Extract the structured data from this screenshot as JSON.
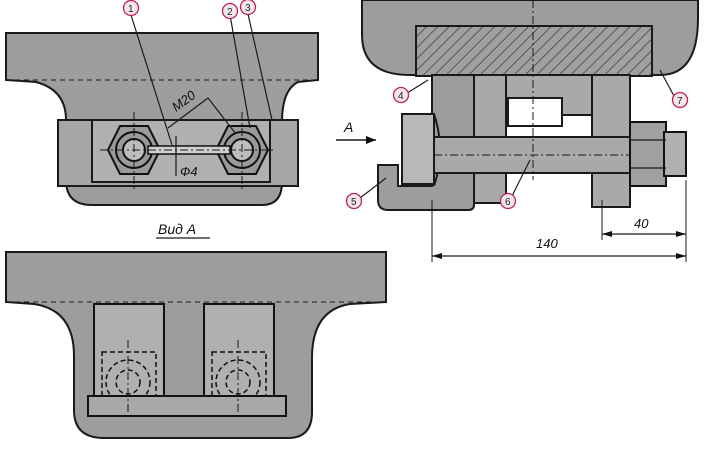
{
  "view_title": "Вид А",
  "view_arrow_label": "А",
  "thread_label": "M20",
  "diameter_label": "Ф4",
  "dimensions": {
    "overall": "140",
    "nut_offset": "40"
  },
  "callouts": [
    "1",
    "2",
    "3",
    "4",
    "5",
    "6",
    "7"
  ],
  "colors": {
    "part_fill": "#9d9d9d",
    "callout_fill": "#f2e6ef",
    "callout_stroke": "#c02050",
    "hatch": "#555555"
  }
}
